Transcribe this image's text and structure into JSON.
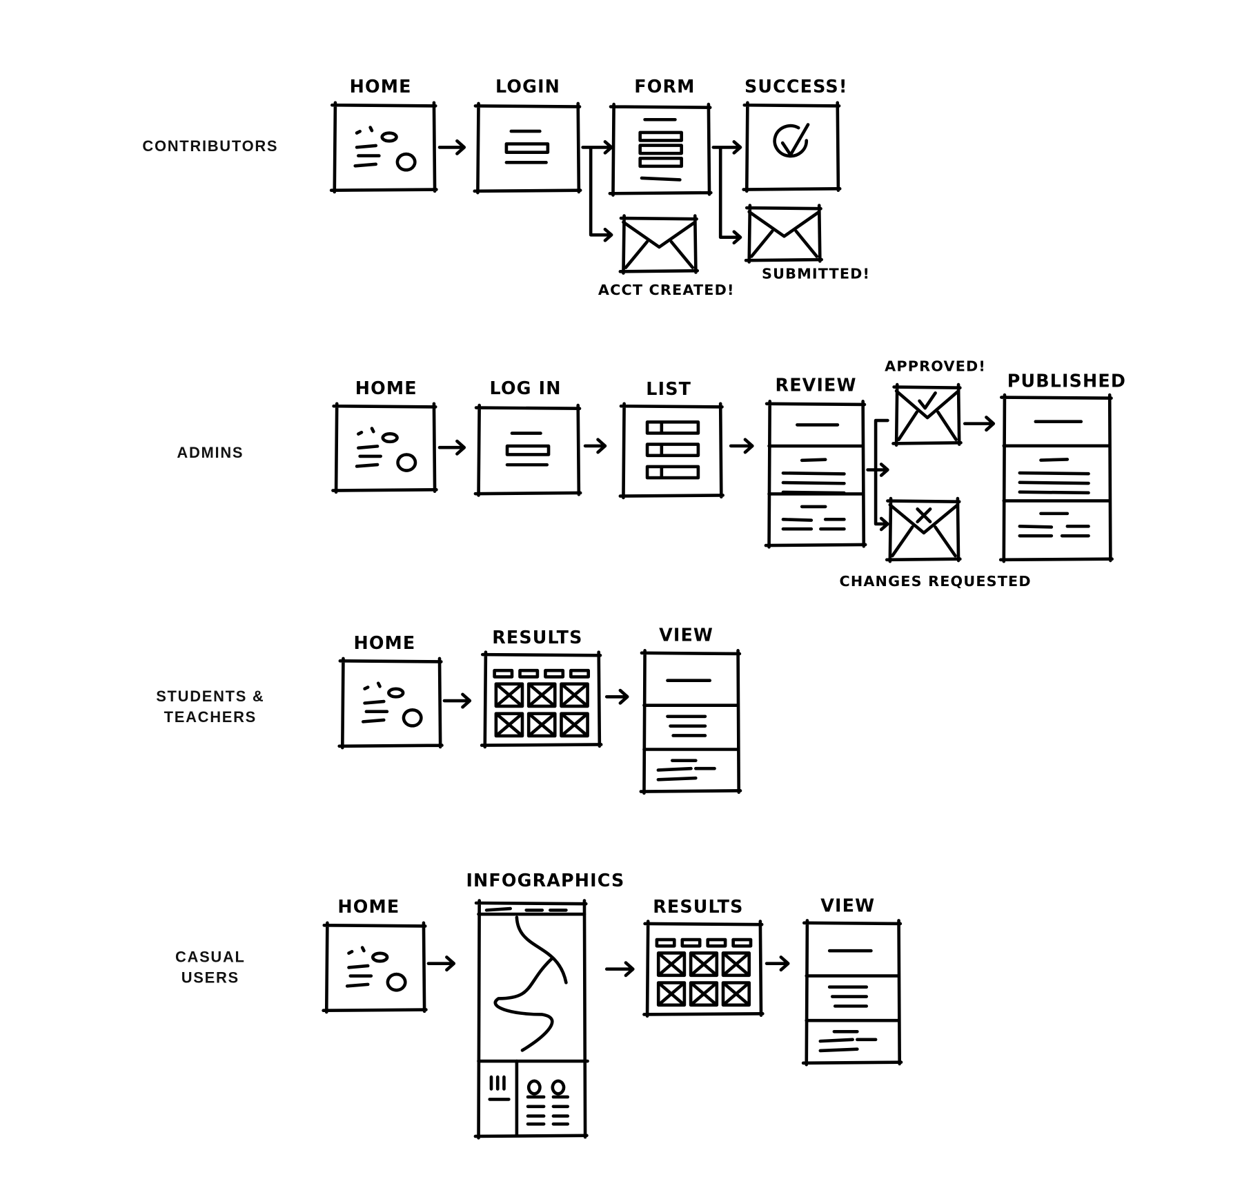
{
  "lanes": [
    {
      "label_lines": [
        "CONTRIBUTORS"
      ],
      "steps": [
        "HOME",
        "LOGIN",
        "FORM",
        "SUCCESS!"
      ],
      "notes": [
        "ACCT CREATED!",
        "SUBMITTED!"
      ]
    },
    {
      "label_lines": [
        "ADMINS"
      ],
      "steps": [
        "HOME",
        "LOG IN",
        "LIST",
        "REVIEW",
        "PUBLISHED"
      ],
      "notes": [
        "APPROVED!",
        "CHANGES REQUESTED"
      ]
    },
    {
      "label_lines": [
        "STUDENTS &",
        "TEACHERS"
      ],
      "steps": [
        "HOME",
        "RESULTS",
        "VIEW"
      ]
    },
    {
      "label_lines": [
        "CASUAL",
        "USERS"
      ],
      "steps": [
        "HOME",
        "INFOGRAPHICS",
        "RESULTS",
        "VIEW"
      ]
    }
  ],
  "colors": {
    "ink": "#000000",
    "label": "#111111",
    "background": "#ffffff"
  }
}
